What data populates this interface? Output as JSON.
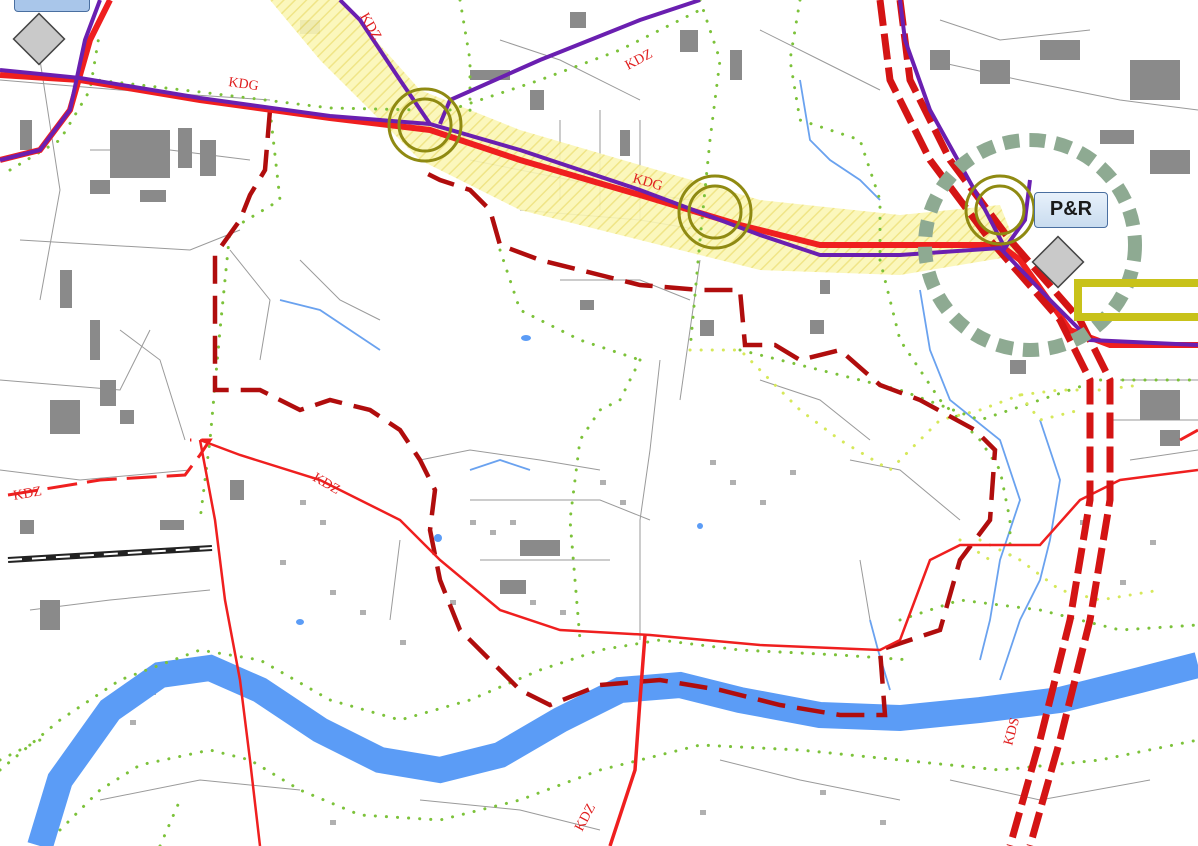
{
  "map": {
    "labels": {
      "kdg_1": "KDG",
      "kdg_2": "KDG",
      "kdz_top": "KDZ",
      "kdz_top_right": "KDZ",
      "kdz_left": "KDZ",
      "kdz_center": "KDZ",
      "kdz_bottom": "KDZ",
      "kds": "KDS"
    },
    "park_and_ride": "P&R",
    "colors": {
      "river": "#5b9cf6",
      "stream": "#6aa2ef",
      "main_road_red": "#ef1f1f",
      "tram_purple": "#6a1fb0",
      "boundary_dark_red": "#b00d0d",
      "green_route": "#7cc23a",
      "yellow_route": "#d6e85a",
      "yellow_corridor": "#f7f3a0",
      "olive_node": "#8f8a12",
      "grey_green_ring": "#8eaa92",
      "building": "#8a8a8a",
      "street": "#9a9a9a",
      "rail": "#222222"
    },
    "icons": [
      "park-and-ride-marker",
      "diamond-marker",
      "transfer-node"
    ]
  }
}
